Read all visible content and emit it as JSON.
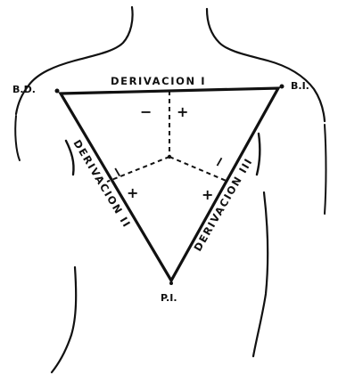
{
  "leads": {
    "lead_1": "DERIVACION I",
    "lead_2": "DERIVACION II",
    "lead_3": "DERIVACION III"
  },
  "points": {
    "right_arm": "B.D.",
    "left_arm": "B.I.",
    "left_leg": "P.I."
  },
  "signs": {
    "lead_1_negative": "−",
    "lead_1_positive": "+",
    "lead_2_negative": "−",
    "lead_2_positive": "+",
    "lead_3_negative": "−",
    "lead_3_positive": "+"
  }
}
